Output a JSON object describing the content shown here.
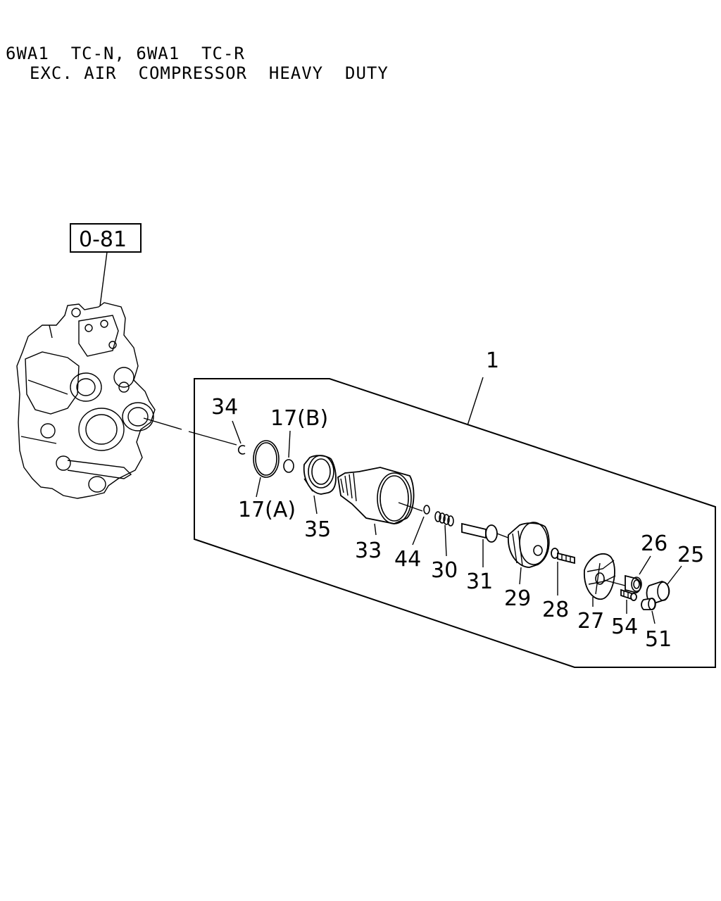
{
  "header": {
    "line1": "6WA1  TC-N, 6WA1  TC-R",
    "line2": "EXC. AIR  COMPRESSOR  HEAVY  DUTY"
  },
  "reference_box": "0-81",
  "assembly_label": "1",
  "callouts": {
    "p34": "34",
    "p17b": "17(B)",
    "p17a": "17(A)",
    "p35": "35",
    "p33": "33",
    "p44": "44",
    "p30": "30",
    "p31": "31",
    "p29": "29",
    "p28": "28",
    "p27": "27",
    "p26": "26",
    "p25": "25",
    "p54": "54",
    "p51": "51"
  }
}
